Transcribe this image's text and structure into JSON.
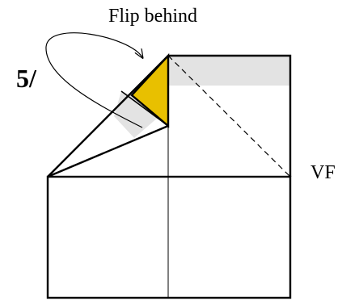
{
  "step_number": "5/",
  "instruction": "Flip behind",
  "fold_label": "VF",
  "colors": {
    "flap_fill": "#e8c000",
    "shade_fill": "#e3e3e3",
    "line": "#000000"
  }
}
